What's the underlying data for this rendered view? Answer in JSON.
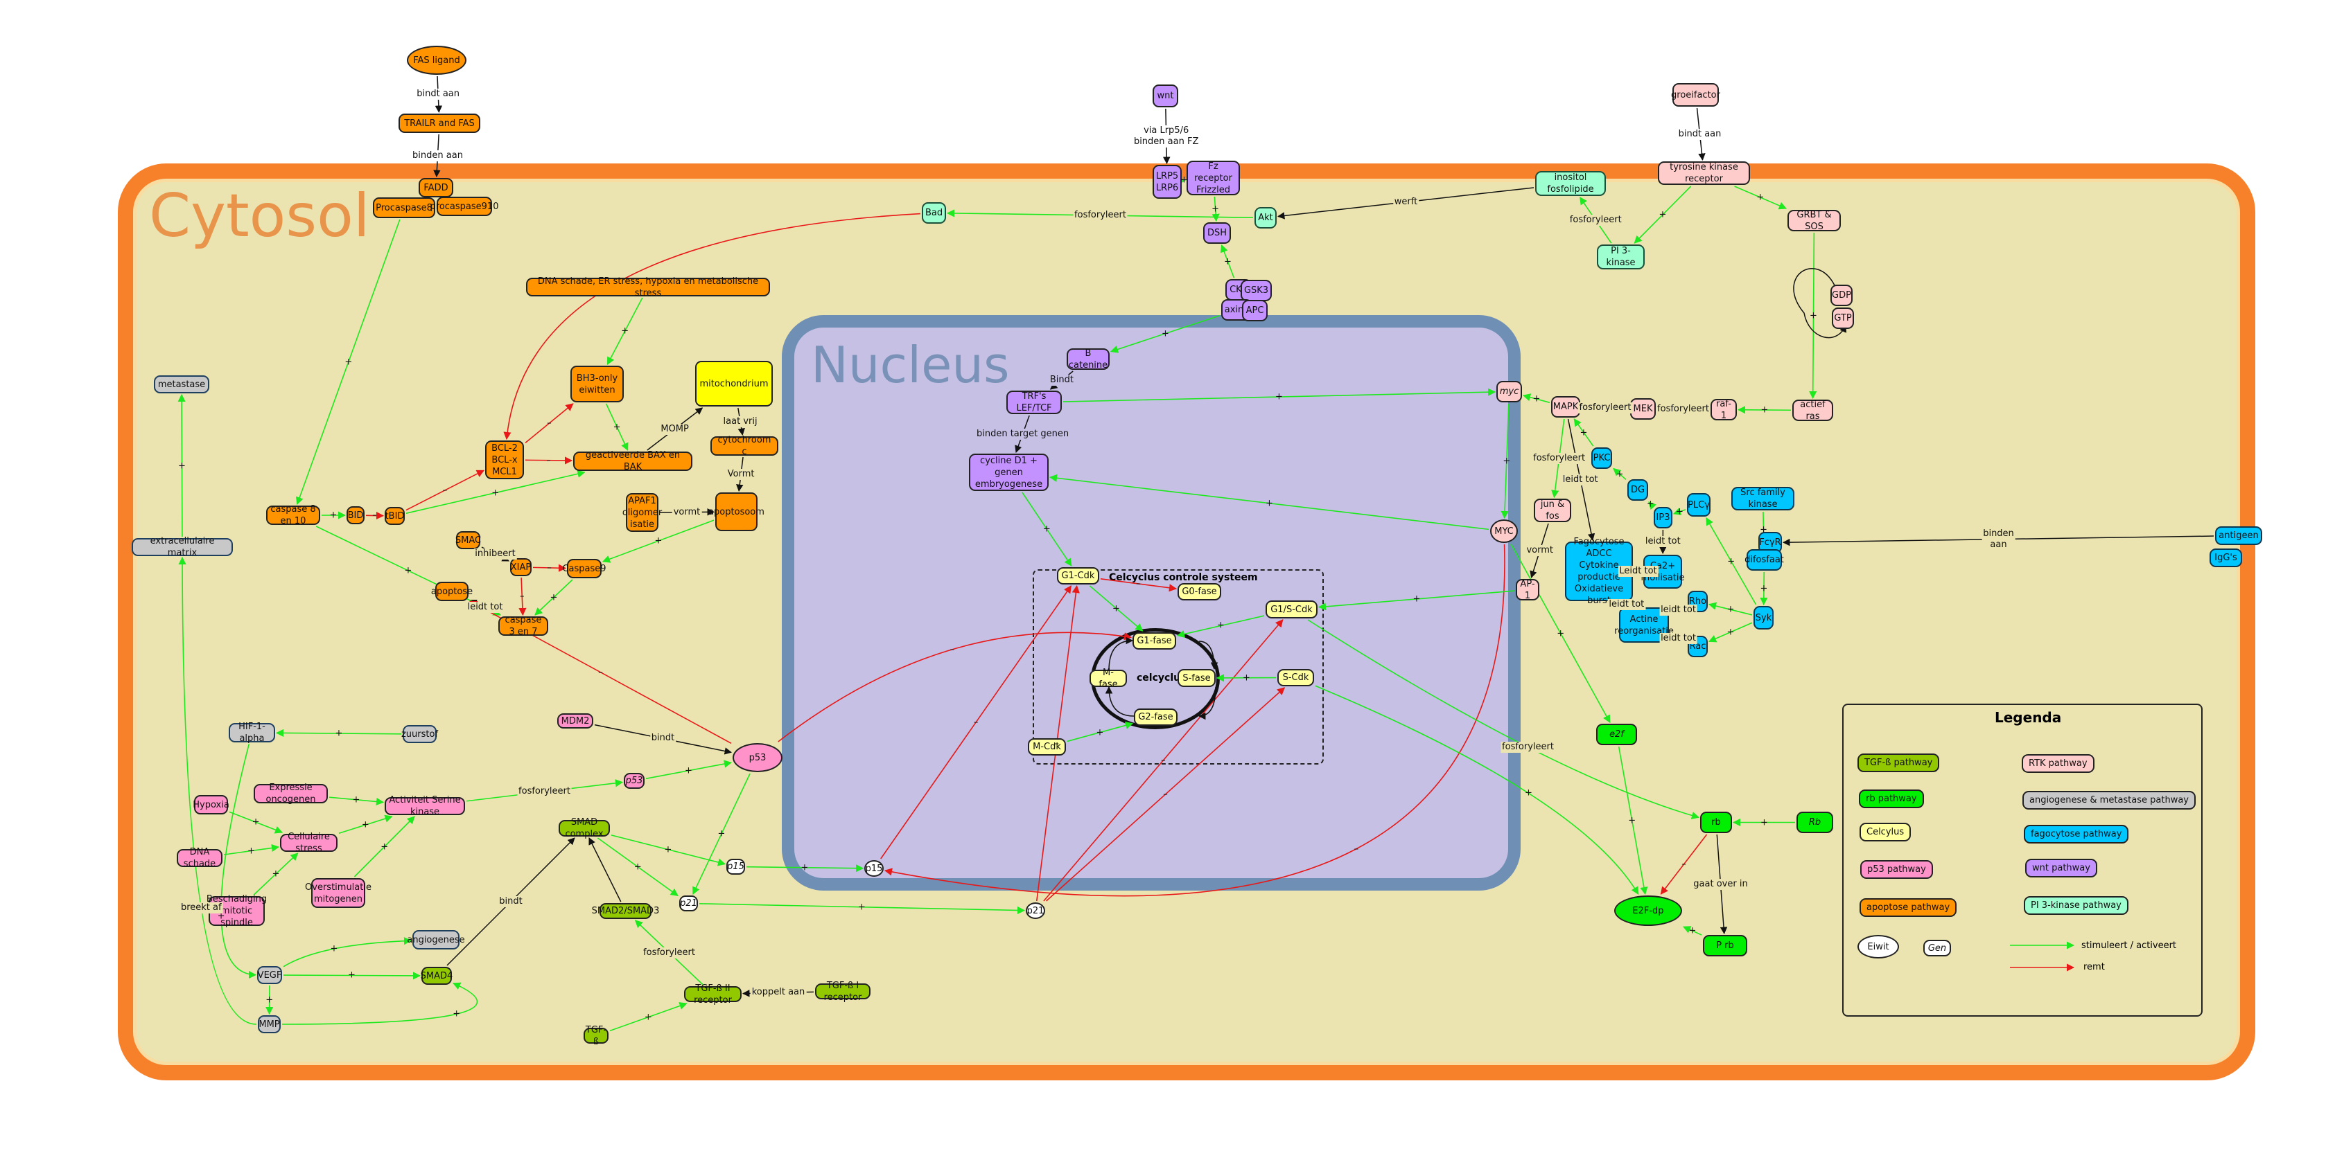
{
  "compartments": {
    "cytosol": "Cytosol",
    "nucleus": "Nucleus",
    "cell_cycle_box": "Celcyclus controle systeem",
    "cell_cycle_ring": "celcyclus"
  },
  "nodes": {
    "fas_ligand": "FAS ligand",
    "trailr_fas": "TRAILR and FAS",
    "fadd": "FADD",
    "procaspase8": "Procaspase8",
    "procaspase910": "procaspase910",
    "dna_stress": "DNA schade, ER stress, hypoxia en metabolische stress",
    "bh3": "BH3-only\neiwitten",
    "mito": "mitochondrium",
    "bcl2": "BCL-2\nBCL-x\nMCL1",
    "bax_bak": "geactiveerde BAX en BAK",
    "cytc": "cytochroom c",
    "apaf1": "APAF1\noligomer\nisatie",
    "apoptosoom": "apoptosoom",
    "casp810": "caspase 8 en 10",
    "bid": "BID",
    "tbid": "tBID",
    "smac": "SMAC",
    "xiap": "XIAP",
    "casp9": "Caspase9",
    "apoptose": "apoptose",
    "casp37": "caspase 3 en 7",
    "metastase": "metastase",
    "ecm": "extracellulaire matrix",
    "hif": "HIF-1-alpha",
    "zuurstof": "zuurstof",
    "mdm2": "MDM2",
    "p53": "p53",
    "p53_gene": "p53",
    "hypoxia": "Hypoxia",
    "expr_onco": "Expressie oncogenen",
    "serine": "Activiteit Serine kinase",
    "cell_stress": "Cellulaire stress",
    "dna_schade": "DNA schade",
    "besch": "Beschadiging\nmitotic spindle",
    "overstim": "Overstimulatie\nmitogenen",
    "angiogenese": "angiogenese",
    "vegf": "VEGF",
    "mmp": "MMP",
    "smad4": "SMAD4",
    "smad_complex": "SMAD complex",
    "smad23": "SMAD2/SMAD3",
    "p15_gene": "p15",
    "p15": "p15",
    "p21_gene": "p21",
    "p21": "p21",
    "tgfb2r": "TGF-ß II receptor",
    "tgfb1r": "TGF-ß I receptor",
    "tgfb": "TGF-ß",
    "wnt": "wnt",
    "lrp": "LRP5\nLRP6",
    "fz": "Fz receptor\nFrizzled",
    "bad": "Bad",
    "akt": "Akt",
    "dsh": "DSH",
    "ck1": "CK1",
    "gsk3": "GSK3",
    "axine": "axine",
    "apc": "APC",
    "bcat": "B catenine",
    "trf": "TRF's LEF/TCF",
    "cyclinD1": "cycline D1 +\ngenen embryogenese",
    "g1cdk": "G1-Cdk",
    "g0": "G0-fase",
    "g1s_cdk": "G1/S-Cdk",
    "g1fase": "G1-fase",
    "mfase": "M-fase",
    "sfase": "S-fase",
    "g2fase": "G2-fase",
    "scdk": "S-Cdk",
    "mcdk": "M-Cdk",
    "inositol": "inositol fosfolipide",
    "pi3k": "PI 3-kinase",
    "groeifactor": "groeifactor",
    "tkr": "tyrosine kinase receptor",
    "grbt": "GRBT & SOS",
    "gdp": "GDP",
    "gtp": "GTP",
    "ras": "actief ras",
    "raf": "raf-1",
    "mek": "MEK",
    "mapk": "MAPK",
    "myc_gene": "myc",
    "myc": "MYC",
    "junfos": "jun & fos",
    "ap1": "AP-1",
    "pkc": "PKC",
    "dg": "DG",
    "ip3": "IP3",
    "plcy": "PLCγ",
    "src": "Src family kinase",
    "fcyr": "FcγR",
    "difosfaat": "difosfaat",
    "antigeen": "antigeen",
    "iggs": "IgG's",
    "fago": "Fagocytose\nADCC\nCytokine productie\nOxidatieve burst",
    "ca2": "Ca2+\nmoilisatie",
    "rho": "Rho",
    "rac": "Rac",
    "syk": "Syk",
    "actine": "Actine\nreorganisatie",
    "e2f_gene": "e2f",
    "e2fdp": "E2F-dp",
    "rb": "rb",
    "rb_gene": "Rb",
    "prb": "P rb"
  },
  "edge_labels": {
    "bindt_aan": "bindt aan",
    "binden_aan": "binden aan",
    "laat_vrij": "laat vrij",
    "vormt_cap": "Vormt",
    "vormt": "vormt",
    "momp": "MOMP",
    "inhibeert": "inhibeert",
    "leidt_tot": "leidt tot",
    "leidt_tot_cap": "Leidt tot",
    "bindt": "bindt",
    "bindt_cap": "Bindt",
    "fosforyleert": "fosforyleert",
    "breekt_af": "breekt af",
    "koppelt_aan": "koppelt aan",
    "via_lrp": "via Lrp5/6\nbinden aan FZ",
    "werft": "werft",
    "binden_target": "binden target genen",
    "gaat_over_in": "gaat over in",
    "binden_aan2": "binden\naan",
    "plus": "+",
    "minus": "–"
  },
  "legend": {
    "title": "Legenda",
    "items": [
      {
        "label": "TGF-ß pathway",
        "color": "#92c800"
      },
      {
        "label": "rb pathway",
        "color": "#00ef00"
      },
      {
        "label": "Celcylus",
        "color": "#ffffa0"
      },
      {
        "label": "p53 pathway",
        "color": "#ff93c9"
      },
      {
        "label": "apoptose pathway",
        "color": "#ff9300"
      },
      {
        "label": "RTK pathway",
        "color": "#ffcccc"
      },
      {
        "label": "angiogenese & metastase pathway",
        "color": "#c8c8c8"
      },
      {
        "label": "fagocytose pathway",
        "color": "#00c6ff"
      },
      {
        "label": "wnt pathway",
        "color": "#c392ff"
      },
      {
        "label": "PI 3-kinase pathway",
        "color": "#9dffcf"
      }
    ],
    "eiwit": "Eiwit",
    "gen": "Gen",
    "stimulates": "stimuleert / activeert",
    "inhibits": "remt"
  },
  "colors": {
    "activate": "#1ee81e",
    "inhibit": "#e81818",
    "neutral": "#111111"
  }
}
